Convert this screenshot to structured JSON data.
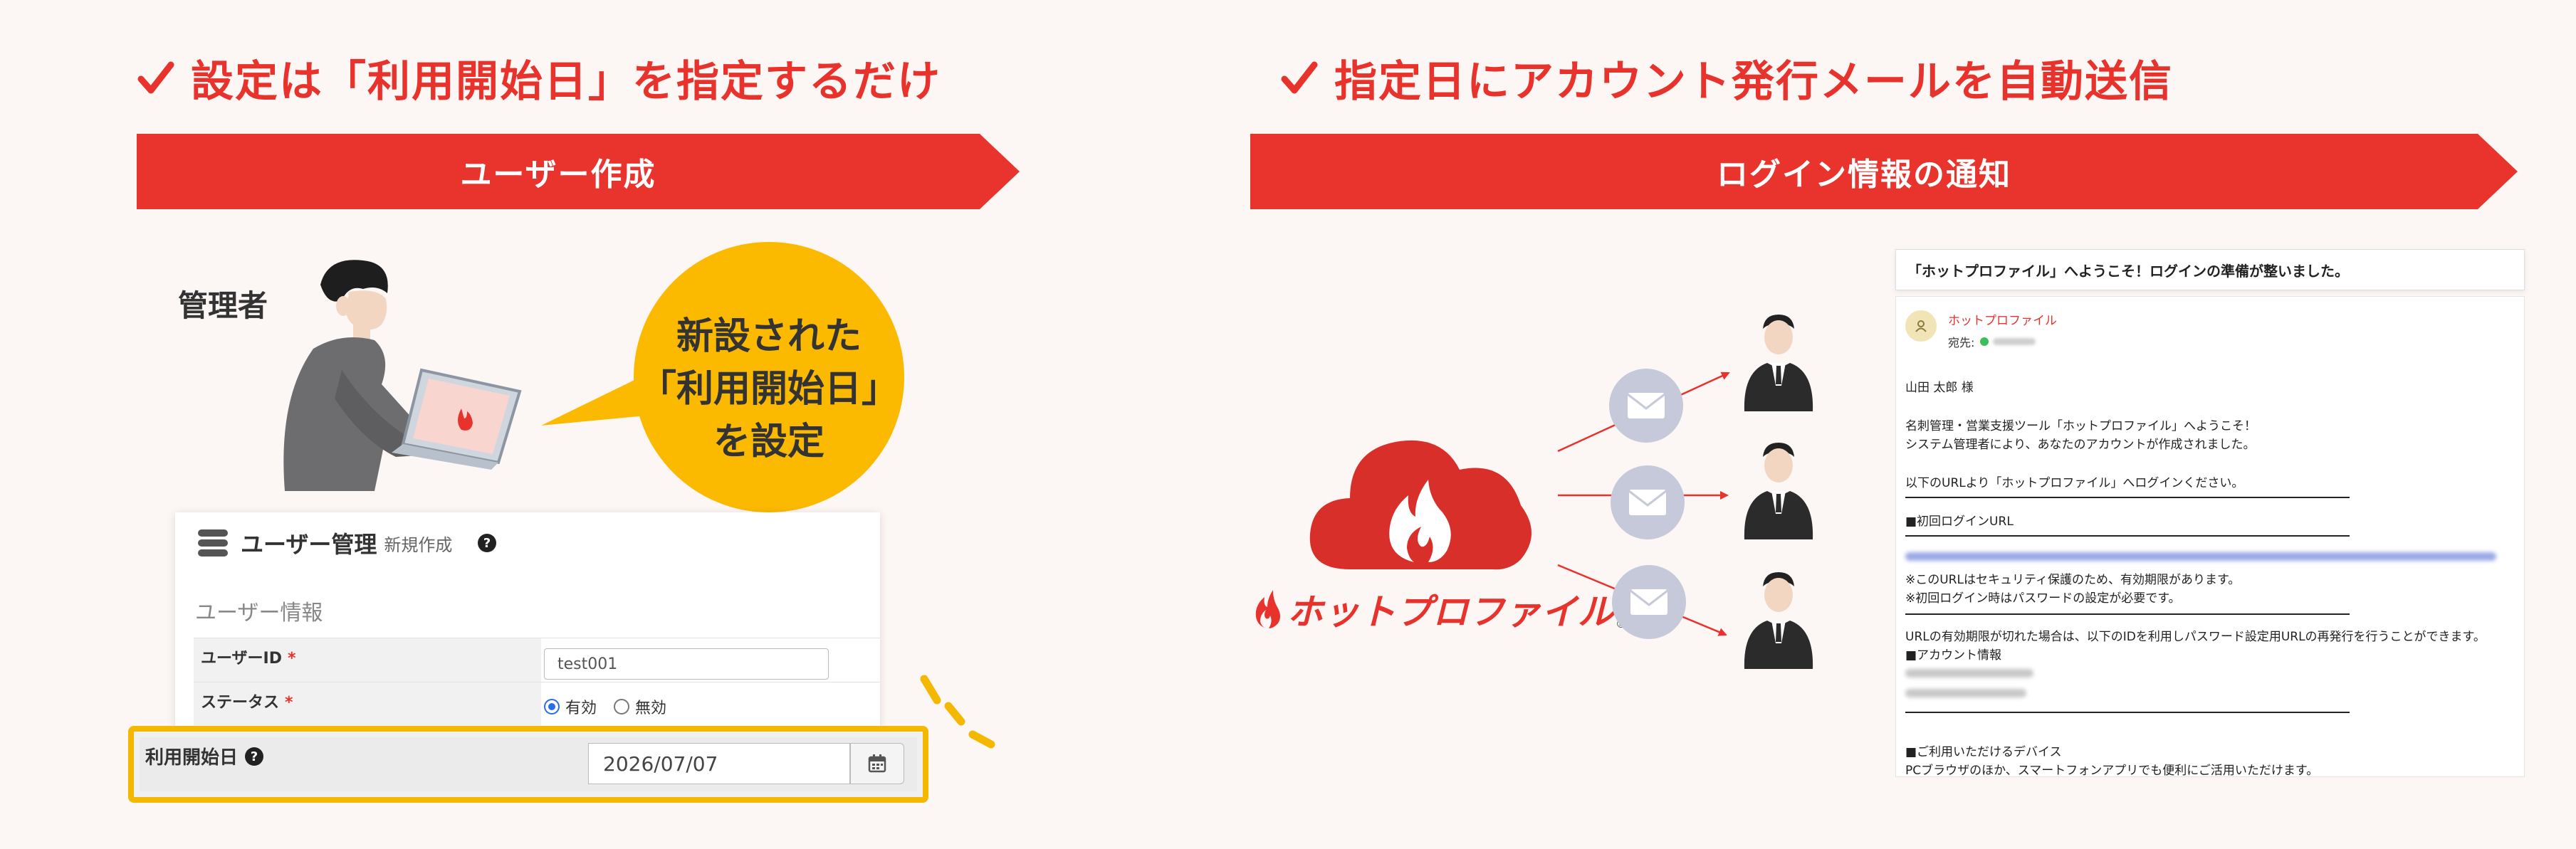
{
  "headings": {
    "left": "設定は「利用開始日」を指定するだけ",
    "right": "指定日にアカウント発行メールを自動送信"
  },
  "banners": {
    "left": "ユーザー作成",
    "right": "ログイン情報の通知"
  },
  "admin": {
    "label": "管理者"
  },
  "bubble": {
    "lines": [
      "新設された",
      "「利用開始日」",
      "を設定"
    ]
  },
  "form": {
    "title": "ユーザー管理",
    "subtitle": "新規作成",
    "section": "ユーザー情報",
    "fields": {
      "user_id": {
        "label": "ユーザーID",
        "required_mark": "*",
        "value": "test001"
      },
      "status": {
        "label": "ステータス",
        "required_mark": "*",
        "options": [
          "有効",
          "無効"
        ],
        "selected": "有効"
      },
      "start_date": {
        "label": "利用開始日",
        "value": "2026/07/07"
      }
    }
  },
  "brand": {
    "name": "ホットプロファイル",
    "reg": "®"
  },
  "email": {
    "subject": "「ホットプロファイル」へようこそ！ログインの準備が整いました。",
    "sender": "ホットプロファイル",
    "to_label": "宛先:",
    "lines": {
      "greeting": "山田 太郎 様",
      "intro1": "名刺管理・営業支援ツール「ホットプロファイル」へようこそ！",
      "intro2": "システム管理者により、あなたのアカウントが作成されました。",
      "login_prompt": "以下のURLより「ホットプロファイル」へログインください。",
      "first_login_url": "■初回ログインURL",
      "note1": "※このURLはセキュリティ保護のため、有効期限があります。",
      "note2": "※初回ログイン時はパスワードの設定が必要です。",
      "expiry": "URLの有効期限が切れた場合は、以下のIDを利用しパスワード設定用URLの再発行を行うことができます。",
      "account_info": "■アカウント情報",
      "devices_title": "■ご利用いただけるデバイス",
      "devices_text": "PCブラウザのほか、スマートフォンアプリでも便利にご活用いただけます。"
    }
  },
  "colors": {
    "accent": "#e8322c",
    "highlight": "#f5b800",
    "bubble": "#fbb900",
    "background": "#fcf6f4"
  },
  "icons": {
    "check": "check-icon",
    "database": "database-icon",
    "help": "help-icon",
    "calendar": "calendar-icon",
    "mail": "mail-icon",
    "person": "person-icon",
    "flame": "flame-icon"
  }
}
